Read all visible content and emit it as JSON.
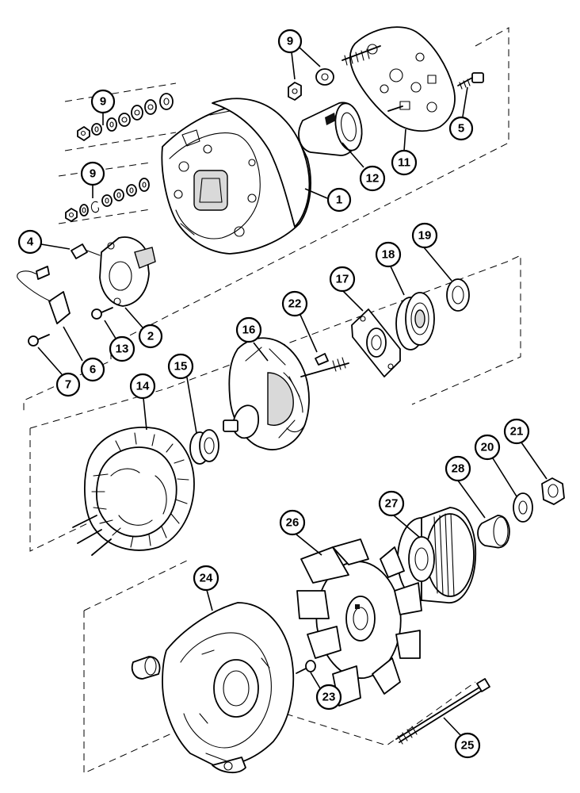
{
  "callouts": [
    {
      "id": "c9a",
      "label": "9"
    },
    {
      "id": "c9b",
      "label": "9"
    },
    {
      "id": "c9c",
      "label": "9"
    },
    {
      "id": "c5",
      "label": "5"
    },
    {
      "id": "c11",
      "label": "11"
    },
    {
      "id": "c12",
      "label": "12"
    },
    {
      "id": "c1",
      "label": "1"
    },
    {
      "id": "c4",
      "label": "4"
    },
    {
      "id": "c2",
      "label": "2"
    },
    {
      "id": "c13",
      "label": "13"
    },
    {
      "id": "c6",
      "label": "6"
    },
    {
      "id": "c7",
      "label": "7"
    },
    {
      "id": "c17",
      "label": "17"
    },
    {
      "id": "c18",
      "label": "18"
    },
    {
      "id": "c19",
      "label": "19"
    },
    {
      "id": "c22",
      "label": "22"
    },
    {
      "id": "c16",
      "label": "16"
    },
    {
      "id": "c15",
      "label": "15"
    },
    {
      "id": "c14",
      "label": "14"
    },
    {
      "id": "c28",
      "label": "28"
    },
    {
      "id": "c20",
      "label": "20"
    },
    {
      "id": "c21",
      "label": "21"
    },
    {
      "id": "c27",
      "label": "27"
    },
    {
      "id": "c26",
      "label": "26"
    },
    {
      "id": "c24",
      "label": "24"
    },
    {
      "id": "c23",
      "label": "23"
    },
    {
      "id": "c25",
      "label": "25"
    }
  ]
}
